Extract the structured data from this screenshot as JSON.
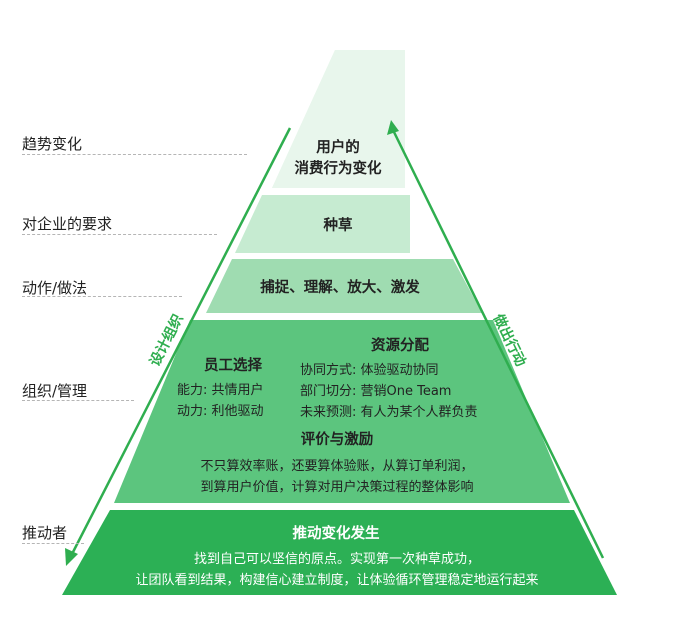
{
  "colors": {
    "tier1": "#e8f6ec",
    "tier2": "#c6ebd1",
    "tier3": "#9fdcb1",
    "tier4": "#5cc57e",
    "tier5": "#2cb055",
    "arrow": "#2fae4f"
  },
  "left_labels": [
    "趋势变化",
    "对企业的要求",
    "动作/做法",
    "组织/管理",
    "推动者"
  ],
  "pyramid": {
    "tier1": {
      "line1": "用户的",
      "line2": "消费行为变化"
    },
    "tier2": {
      "title": "种草"
    },
    "tier3": {
      "title": "捕捉、理解、放大、激发"
    },
    "tier4": {
      "staff": {
        "title": "员工选择",
        "line1": "能力: 共情用户",
        "line2": "动力: 利他驱动"
      },
      "resource": {
        "title": "资源分配",
        "line1": "协同方式: 体验驱动协同",
        "line2": "部门切分: 营销One Team",
        "line3": "未来预测: 有人为某个人群负责"
      },
      "eval": {
        "title": "评价与激励",
        "line1": "不只算效率账，还要算体验账，从算订单利润，",
        "line2": "到算用户价值，计算对用户决策过程的整体影响"
      }
    },
    "tier5": {
      "title": "推动变化发生",
      "line1": "找到自己可以坚信的原点。实现第一次种草成功，",
      "line2": "让团队看到结果，构建信心建立制度，让体验循环管理稳定地运行起来"
    }
  },
  "side_labels": {
    "left": "设计组织",
    "right": "做出行动"
  }
}
